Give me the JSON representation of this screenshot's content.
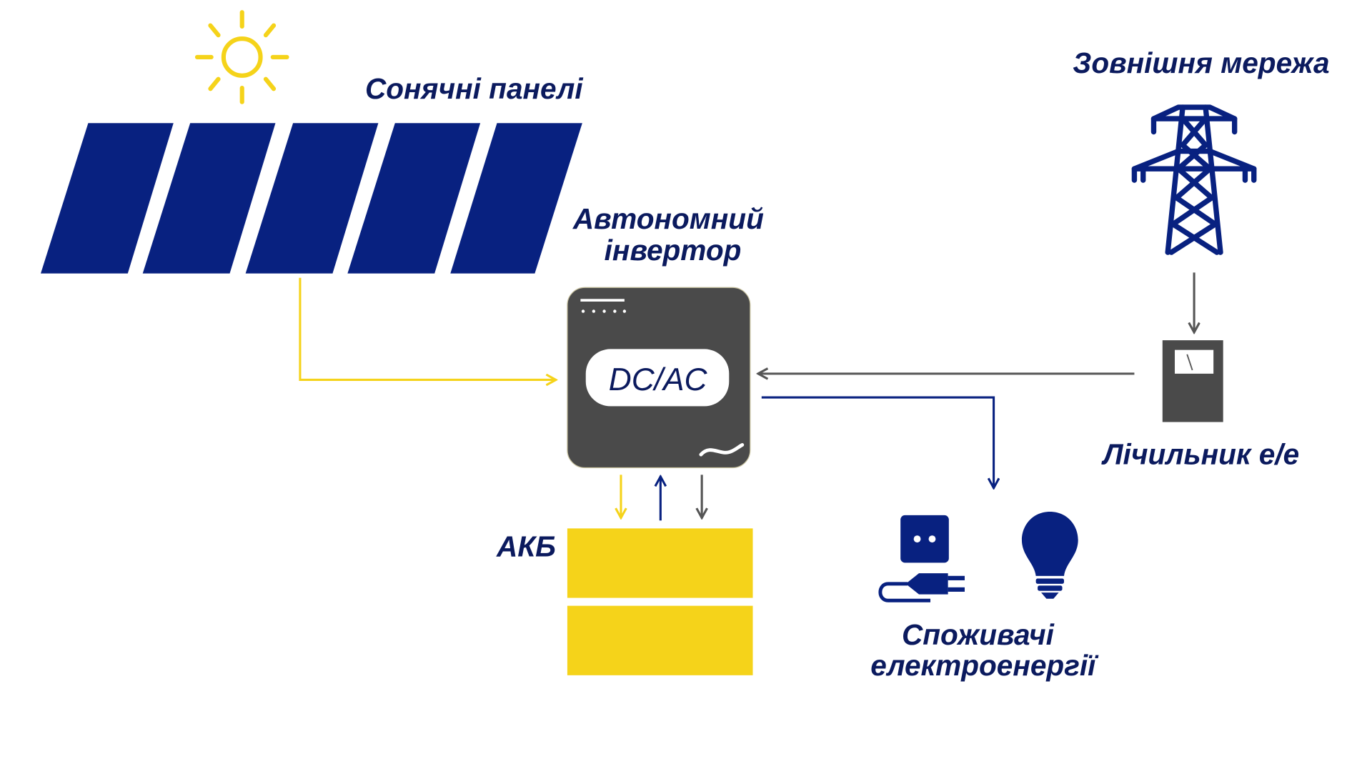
{
  "labels": {
    "solar_panels": "Сонячні панелі",
    "inverter_line1": "Автономний",
    "inverter_line2": "інвертор",
    "inverter_display": "DC/AC",
    "inverter_ac_symbol": "~",
    "external_grid": "Зовнішня мережа",
    "meter": "Лічильник е/е",
    "battery": "АКБ",
    "consumers_line1": "Споживачі",
    "consumers_line2": "електроенергії"
  },
  "icons": [
    "sun-icon",
    "solar-panel-icon",
    "inverter-icon",
    "power-tower-icon",
    "electricity-meter-icon",
    "battery-icon",
    "socket-plug-icon",
    "light-bulb-icon"
  ],
  "colors": {
    "solar_blue": "#082180",
    "text_navy": "#0b1a5e",
    "sun_yellow": "#f5d31a",
    "battery_yellow": "#f5d31a",
    "device_gray": "#4a4a4a",
    "flow_gray": "#555555"
  },
  "flows": [
    {
      "from": "solar_panels",
      "to": "inverter",
      "color": "yellow"
    },
    {
      "from": "meter",
      "to": "inverter",
      "color": "gray"
    },
    {
      "from": "grid",
      "to": "meter",
      "color": "gray"
    },
    {
      "from": "inverter",
      "to": "consumers",
      "color": "blue"
    },
    {
      "from": "inverter",
      "to": "battery",
      "color": "yellow"
    },
    {
      "from": "battery",
      "to": "inverter",
      "color": "blue"
    },
    {
      "from": "inverter",
      "to": "battery",
      "color": "gray"
    }
  ]
}
